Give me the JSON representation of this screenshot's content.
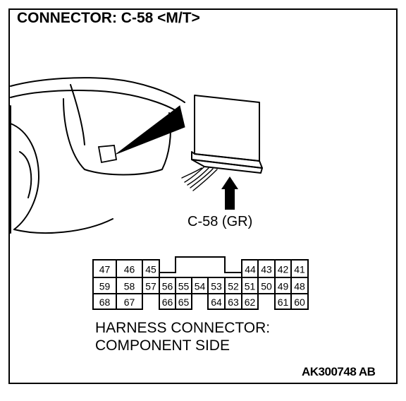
{
  "title": "CONNECTOR: C-58 <M/T>",
  "connector_label": "C-58 (GR)",
  "harness_label_line1": "HARNESS CONNECTOR:",
  "harness_label_line2": "COMPONENT SIDE",
  "image_code": "AK300748 AB",
  "line_color": "#000000",
  "pin_rows": [
    [
      "47",
      "46",
      "45",
      "",
      "",
      "",
      "",
      "",
      "",
      "44",
      "43",
      "42",
      "41"
    ],
    [
      "59",
      "58",
      "57",
      "56",
      "55",
      "54",
      "53",
      "52",
      "51",
      "50",
      "49",
      "48"
    ],
    [
      "68",
      "67",
      "",
      "66",
      "65",
      "",
      "64",
      "63",
      "62",
      "",
      "61",
      "60"
    ]
  ]
}
